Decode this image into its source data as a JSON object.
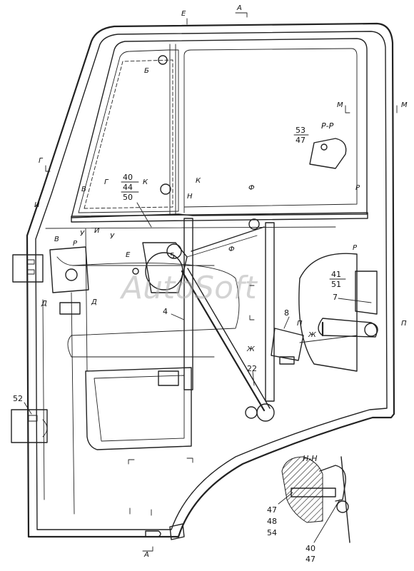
{
  "watermark": "AutoSoft",
  "section_title_pp": "Р-Р",
  "section_title_nn": "Н-Н",
  "callouts": {
    "c53": "53",
    "c47a": "47",
    "c40a": "40",
    "c44": "44",
    "c50": "50",
    "c41": "41",
    "c51": "51",
    "c7": "7",
    "c8": "8",
    "c22": "22",
    "c4": "4",
    "c52": "52",
    "c47b": "47",
    "c48": "48",
    "c54": "54",
    "c40b": "40",
    "c47c": "47",
    "c5": "5"
  },
  "section_marks": {
    "a_top": "А",
    "a_bot": "А",
    "e_top": "Е",
    "e_mid": "Е",
    "b": "Б",
    "m1": "М",
    "m2": "М",
    "g1": "Г",
    "g2": "Г",
    "v1": "В",
    "v2": "В",
    "k1": "К",
    "k2": "К",
    "n": "Н",
    "f1": "Ф",
    "f2": "Ф",
    "r1": "Р",
    "r2": "Р",
    "r3": "Р",
    "i1": "И",
    "i2": "И",
    "u1": "У",
    "u2": "У",
    "d1": "Д",
    "d2": "Д",
    "p1": "П",
    "p2": "П",
    "zh1": "Ж",
    "zh2": "Ж"
  }
}
